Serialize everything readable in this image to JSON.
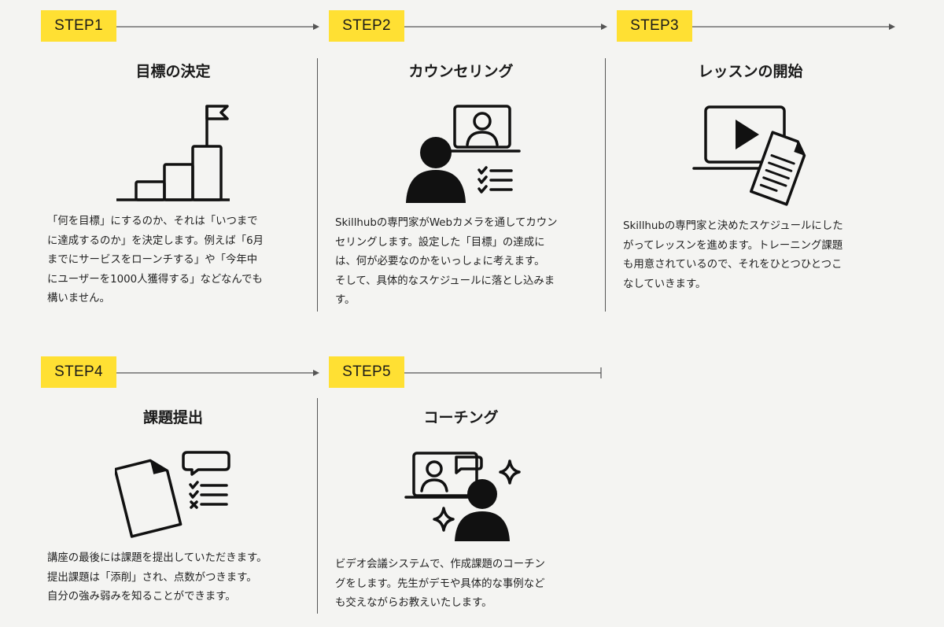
{
  "steps": [
    {
      "badge": "STEP1",
      "title": "目標の決定",
      "lines": [
        "「何を目標」にするのか、それは「いつまで",
        "に達成するのか」を決定します。例えば「6月",
        "までにサービスをローンチする」や「今年中",
        "にユーザーを1000人獲得する」などなんでも",
        "構いません。"
      ],
      "icon": "stairs-flag-icon"
    },
    {
      "badge": "STEP2",
      "title": "カウンセリング",
      "lines": [
        "Skillhubの専門家がWebカメラを通してカウン",
        "セリングします。設定した「目標」の達成に",
        "は、何が必要なのかをいっしょに考えます。",
        "そして、具体的なスケジュールに落とし込みま",
        "す。"
      ],
      "icon": "video-counseling-icon"
    },
    {
      "badge": "STEP3",
      "title": "レッスンの開始",
      "lines": [
        "Skillhubの専門家と決めたスケジュールにした",
        "がってレッスンを進めます。トレーニング課題",
        "も用意されているので、それをひとつひとつこ",
        "なしていきます。"
      ],
      "icon": "video-lesson-document-icon"
    },
    {
      "badge": "STEP4",
      "title": "課題提出",
      "lines": [
        "講座の最後には課題を提出していただきます。",
        "提出課題は「添削」され、点数がつきます。",
        "自分の強み弱みを知ることができます。"
      ],
      "icon": "assignment-checklist-icon"
    },
    {
      "badge": "STEP5",
      "title": "コーチング",
      "lines": [
        "ビデオ会議システムで、作成課題のコーチン",
        "グをします。先生がデモや具体的な事例など",
        "も交えながらお教えいたします。"
      ],
      "icon": "video-coaching-sparkle-icon"
    }
  ]
}
